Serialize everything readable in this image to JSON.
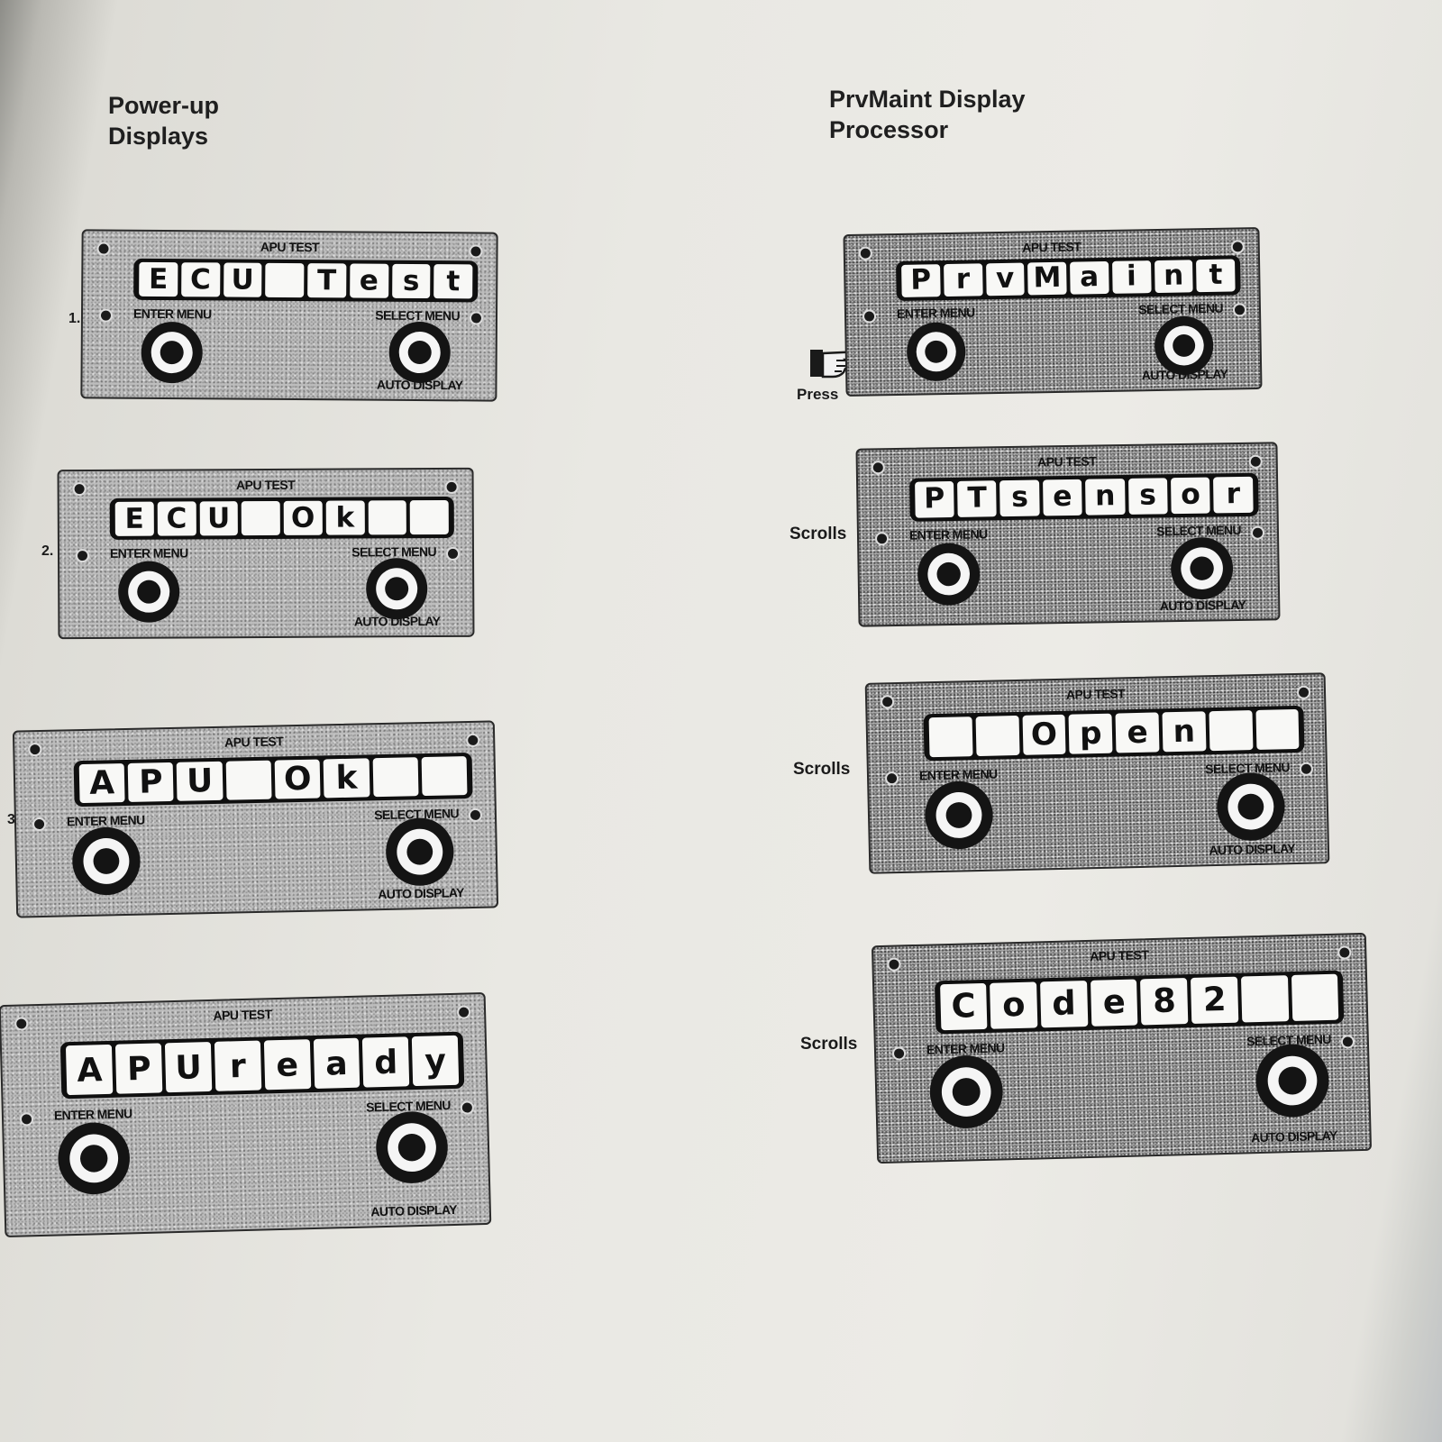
{
  "headings": {
    "left": "Power-up\nDisplays",
    "right": "PrvMaint Display\nProcessor"
  },
  "panel_labels": {
    "title": "APU TEST",
    "enter": "ENTER MENU",
    "select": "SELECT MENU",
    "auto": "AUTO DISPLAY"
  },
  "left_panels": [
    {
      "number": "1.",
      "chars": [
        "E",
        "C",
        "U",
        "",
        "T",
        "e",
        "s",
        "t"
      ]
    },
    {
      "number": "2.",
      "chars": [
        "E",
        "C",
        "U",
        "",
        "O",
        "k",
        "",
        ""
      ]
    },
    {
      "number": "3.",
      "chars": [
        "A",
        "P",
        "U",
        "",
        "O",
        "k",
        "",
        ""
      ]
    },
    {
      "number": "",
      "chars": [
        "A",
        "P",
        "U",
        "r",
        "e",
        "a",
        "d",
        "y"
      ]
    }
  ],
  "right_panels": [
    {
      "side_label": "Press",
      "chars": [
        "P",
        "r",
        "v",
        "M",
        "a",
        "i",
        "n",
        "t"
      ]
    },
    {
      "side_label": "Scrolls",
      "chars": [
        "P",
        "T",
        "s",
        "e",
        "n",
        "s",
        "o",
        "r"
      ]
    },
    {
      "side_label": "Scrolls",
      "chars": [
        "",
        "",
        "O",
        "p",
        "e",
        "n",
        "",
        ""
      ]
    },
    {
      "side_label": "Scrolls",
      "chars": [
        "C",
        "o",
        "d",
        "e",
        "8",
        "2",
        "",
        ""
      ]
    }
  ],
  "icons": {
    "press_indicator": "pointing-hand-icon"
  }
}
